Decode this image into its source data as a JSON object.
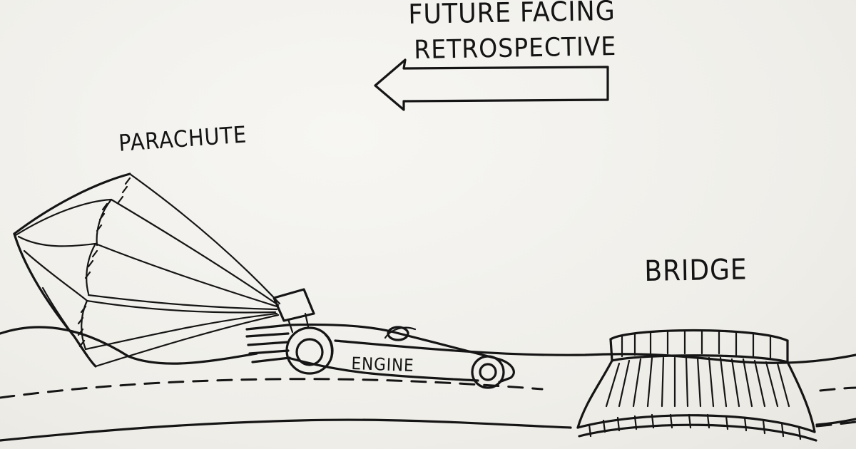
{
  "labels": {
    "title_line_1": "FUTURE FACING",
    "title_line_2": "RETROSPECTIVE",
    "parachute": "PARACHUTE",
    "bridge": "BRIDGE",
    "engine": "ENGINE"
  },
  "colors": {
    "paper": "#f3f2ef",
    "ink": "#151515"
  },
  "icons": [
    "left-arrow-icon",
    "parachute-drawing",
    "dragster-car-drawing",
    "bridge-drawing",
    "road-drawing"
  ]
}
